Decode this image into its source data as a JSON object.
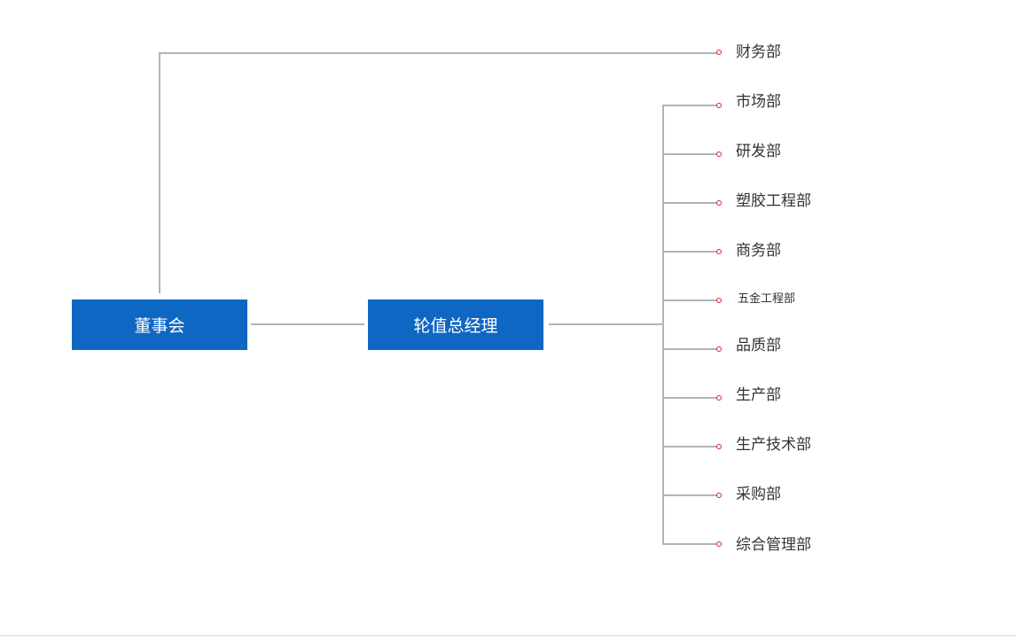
{
  "org_chart": {
    "board": {
      "label": "董事会"
    },
    "manager": {
      "label": "轮值总经理"
    },
    "departments": [
      {
        "label": "财务部"
      },
      {
        "label": "市场部"
      },
      {
        "label": "研发部"
      },
      {
        "label": "塑胶工程部"
      },
      {
        "label": "商务部"
      },
      {
        "label": "五金工程部"
      },
      {
        "label": "品质部"
      },
      {
        "label": "生产部"
      },
      {
        "label": "生产技术部"
      },
      {
        "label": "采购部"
      },
      {
        "label": "综合管理部"
      }
    ]
  },
  "colors": {
    "box_fill": "#0f67c4",
    "box_text": "#ffffff",
    "connector": "#b3b3b3",
    "bullet": "#d9232a",
    "label_text": "#333333"
  }
}
